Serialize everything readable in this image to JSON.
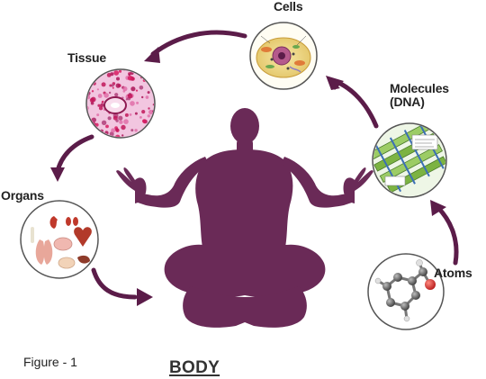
{
  "labels": {
    "cells": "Cells",
    "tissue": "Tissue",
    "molecules_line1": "Molecules",
    "molecules_line2": "(DNA)",
    "organs": "Organs",
    "atoms": "Atoms"
  },
  "caption": "Figure - 1",
  "body_title": "BODY",
  "colors": {
    "arrow": "#5b1c49",
    "silhouette": "#6a2a57",
    "circle_border": "#555555"
  },
  "icons": {
    "cells": "cell-illustration",
    "tissue": "tissue-micrograph",
    "molecules": "dna-diagram",
    "organs": "organs-illustration",
    "atoms": "molecule-ball-and-stick"
  }
}
